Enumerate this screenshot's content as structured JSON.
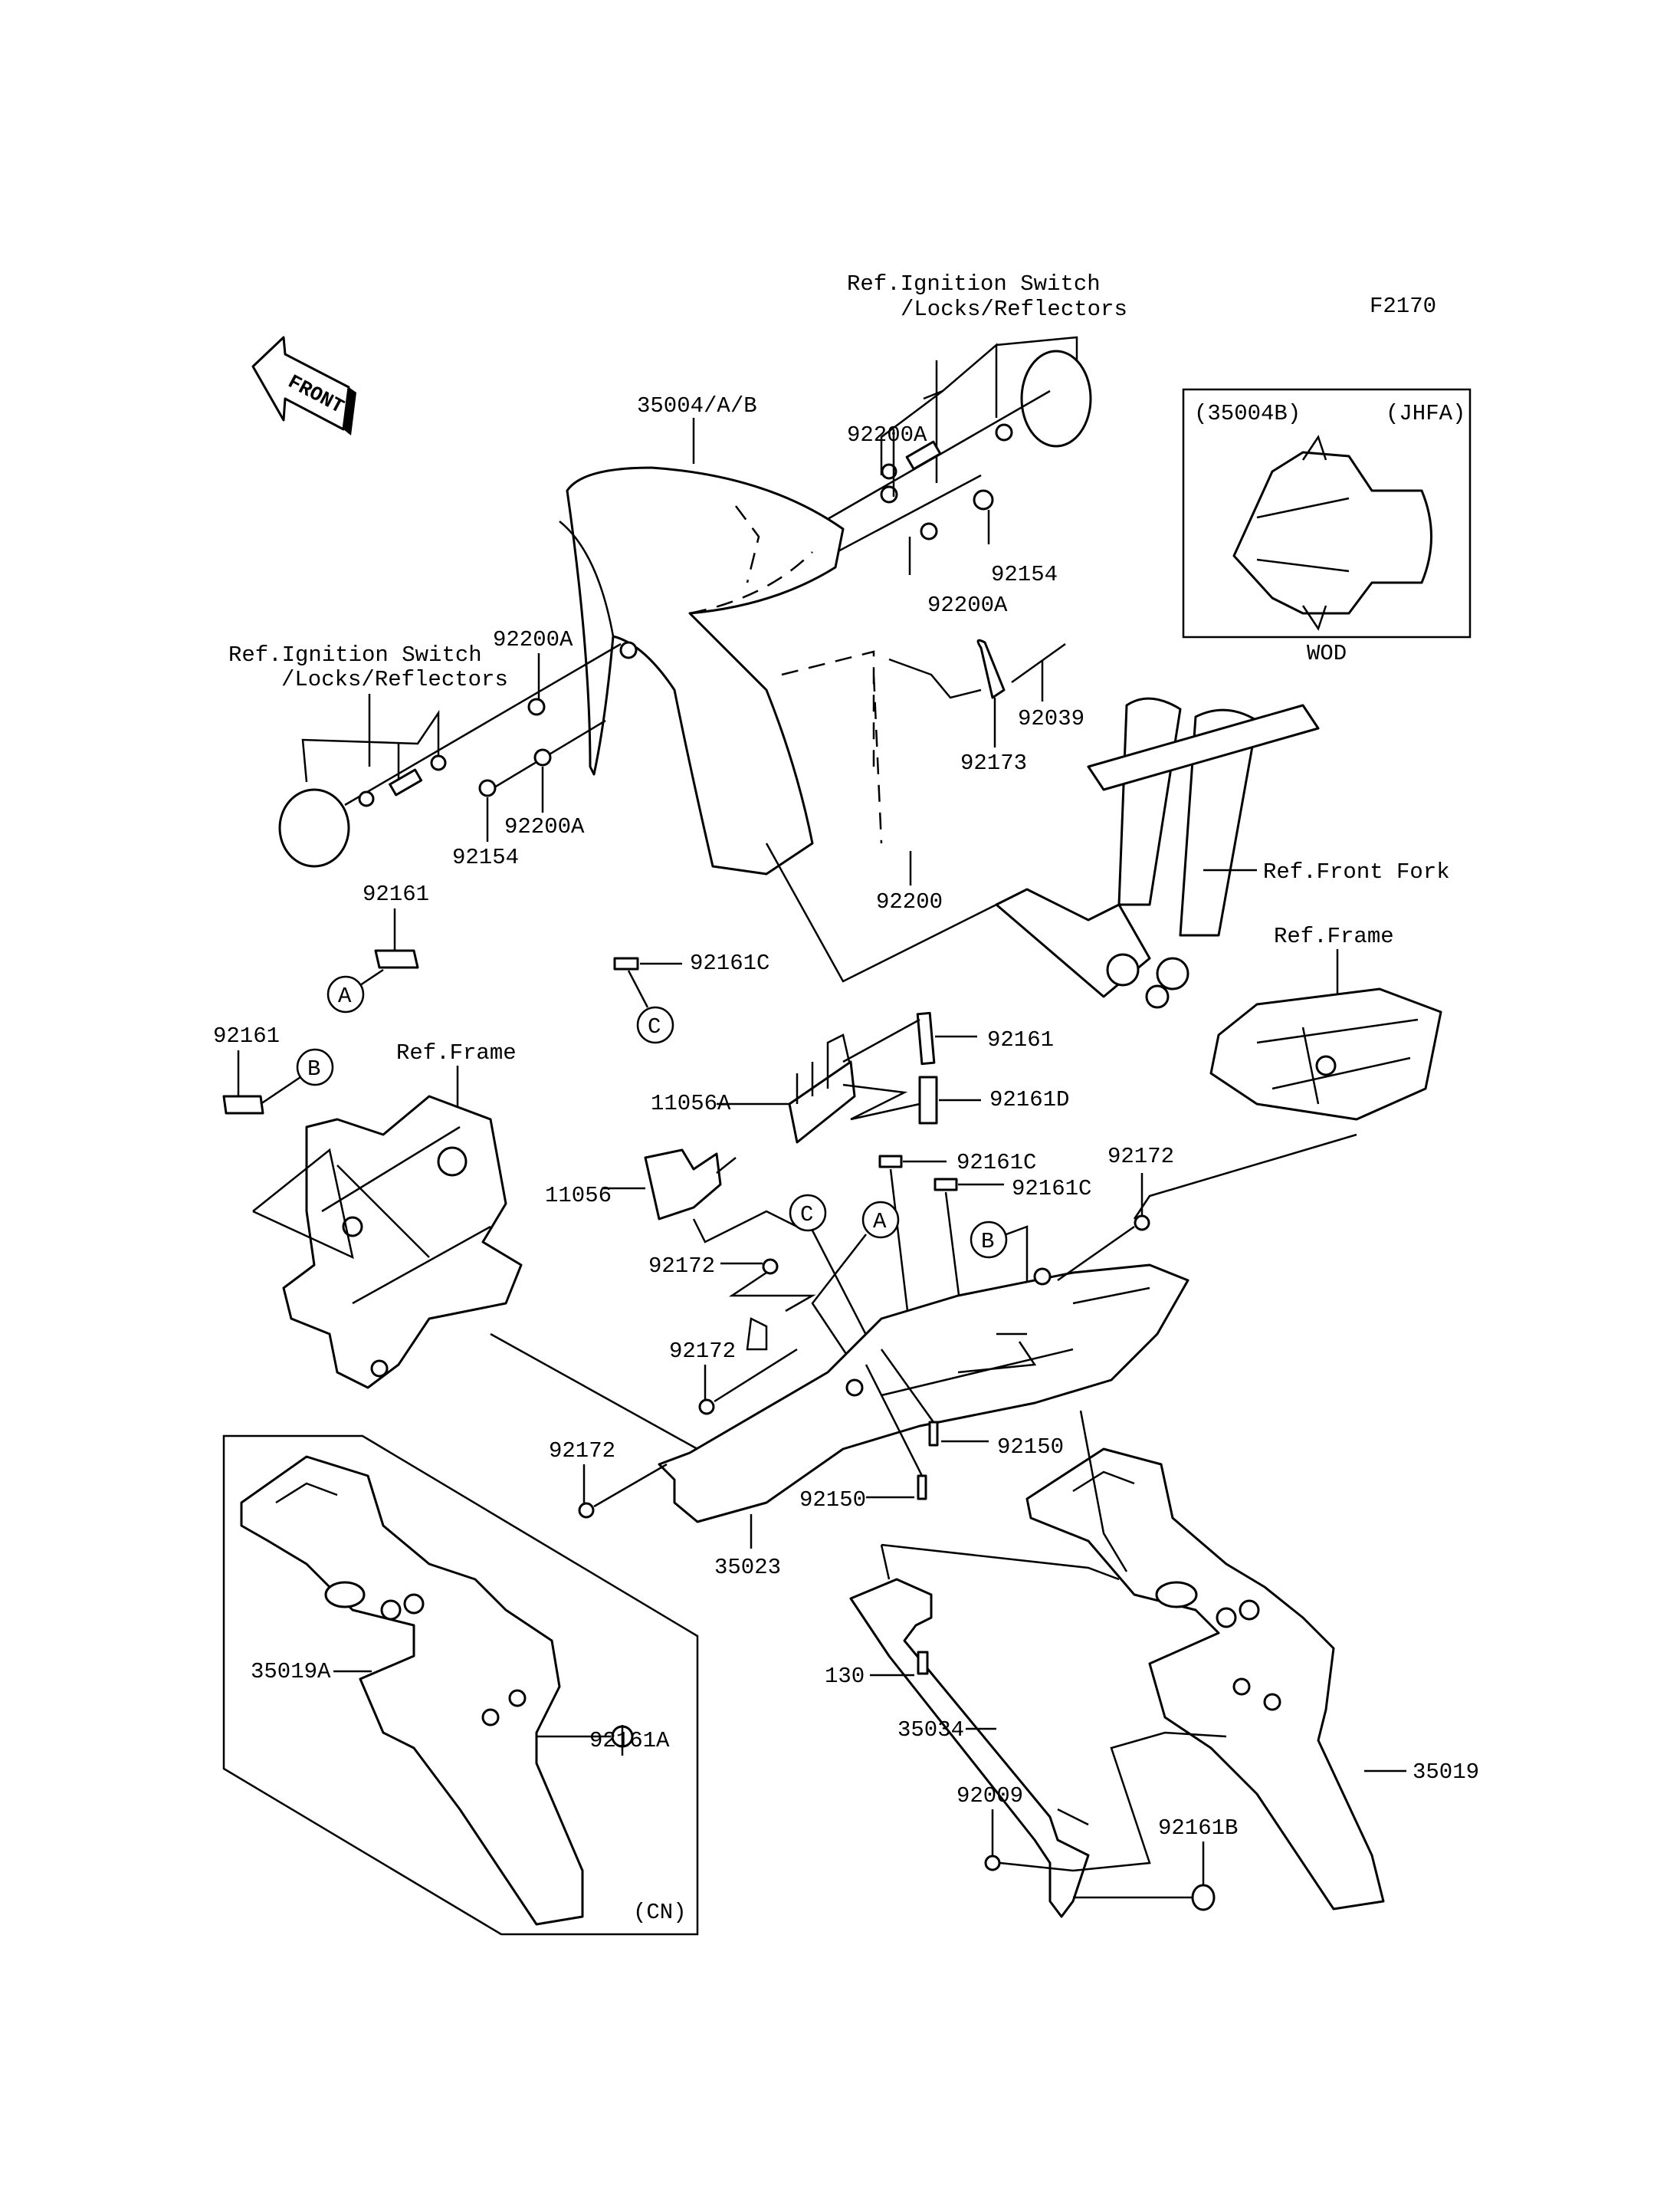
{
  "diagram_code": "F2170",
  "front_arrow": "FRONT",
  "labels": {
    "ref_ign_top_1": "Ref.Ignition Switch",
    "ref_ign_top_2": "/Locks/Reflectors",
    "ref_ign_left_1": "Ref.Ignition Switch",
    "ref_ign_left_2": "/Locks/Reflectors",
    "p35004": "35004/A/B",
    "p92200A_a": "92200A",
    "p92200A_b": "92200A",
    "p92200A_c": "92200A",
    "p92200A_d": "92200A",
    "p92154_a": "92154",
    "p92154_b": "92154",
    "p92039": "92039",
    "p92173": "92173",
    "p92200": "92200",
    "ref_front_fork": "Ref.Front Fork",
    "p92161_a": "92161",
    "p92161_b": "92161",
    "p92161_c": "92161",
    "p92161C_a": "92161C",
    "p92161C_b": "92161C",
    "p92161C_c": "92161C",
    "p92161D": "92161D",
    "ref_frame_right": "Ref.Frame",
    "ref_frame_left": "Ref.Frame",
    "p11056A": "11056A",
    "p11056": "11056",
    "p92172_a": "92172",
    "p92172_b": "92172",
    "p92172_c": "92172",
    "p92172_d": "92172",
    "p92150_a": "92150",
    "p92150_b": "92150",
    "p35023": "35023",
    "p35019A": "35019A",
    "p92161A": "92161A",
    "p130": "130",
    "p35034": "35034",
    "p35019": "35019",
    "p92009": "92009",
    "p92161B": "92161B"
  },
  "callouts": {
    "a1": "A",
    "a2": "A",
    "b1": "B",
    "b2": "B",
    "c1": "C",
    "c2": "C"
  },
  "inset_jhfa": {
    "part": "(35004B)",
    "market": "(JHFA)",
    "caption": "WOD"
  },
  "inset_cn": {
    "market": "(CN)"
  }
}
